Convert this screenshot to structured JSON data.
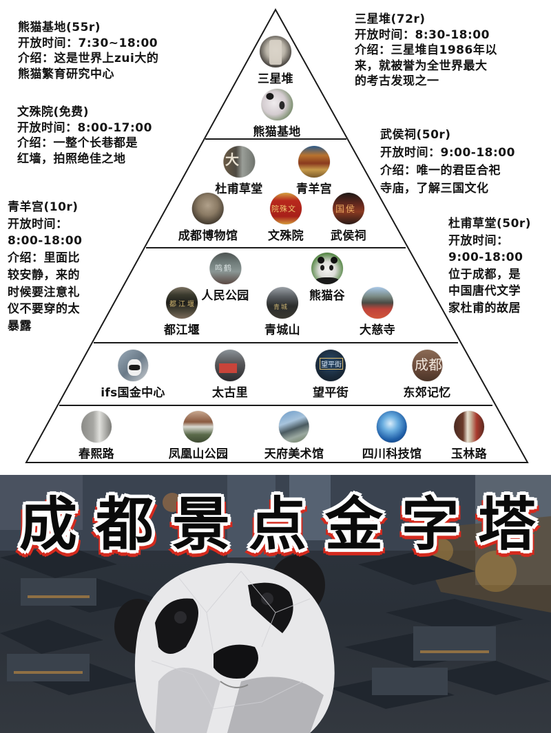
{
  "infographic": {
    "title_chars": [
      "成",
      "都",
      "景",
      "点",
      "金",
      "字",
      "塔"
    ],
    "title": "成都景点金字塔",
    "colors": {
      "line": "#1a1a1a",
      "text": "#141414",
      "title_text": "#0a0a0a",
      "title_outline": "#ffffff",
      "title_shadow": "#d42a1e",
      "banner_bg": "#2c333c"
    }
  },
  "info_blocks": {
    "panda_base": {
      "lines": [
        "熊猫基地(55r)",
        "开放时间：7:30~18:00",
        "介绍：这是世界上zui大的",
        "熊猫繁育研究中心"
      ]
    },
    "wenshu": {
      "lines": [
        "文殊院(免费)",
        "开放时间：8:00-17:00",
        "介绍：一整个长巷都是",
        "红墙，拍照绝佳之地"
      ]
    },
    "qingyang": {
      "lines": [
        "青羊宫(10r)",
        "开放时间：",
        "8:00-18:00",
        "介绍：里面比",
        "较安静，来的",
        "时候要注意礼",
        "仪不要穿的太",
        "暴露"
      ]
    },
    "sanxingdui": {
      "lines": [
        "三星堆(72r)",
        "开放时间：8:30-18:00",
        "介绍：三星堆自1986年以",
        "来，就被誉为全世界最大",
        "的考古发现之一"
      ]
    },
    "wuhou": {
      "lines": [
        "武侯祠(50r)",
        "开放时间：9:00-18:00",
        "介绍：唯一的君臣合祀",
        "寺庙，了解三国文化"
      ]
    },
    "dufu": {
      "lines": [
        "杜甫草堂(50r)",
        "开放时间：",
        "9:00-18:00",
        "位于成都，是",
        "中国唐代文学",
        "家杜甫的故居"
      ]
    }
  },
  "pyramid": {
    "tiers": [
      {
        "level": 1,
        "spots": [
          {
            "name": "三星堆",
            "icon": "bronze-mask-photo",
            "color": "#8d8a84"
          },
          {
            "name": "熊猫基地",
            "icon": "panda-photo",
            "color": "#c9c2c6"
          }
        ]
      },
      {
        "level": 2,
        "spots": [
          {
            "name": "杜甫草堂",
            "icon": "statue-photo",
            "color": "#6d6a66"
          },
          {
            "name": "青羊宫",
            "icon": "temple-gate-photo",
            "color": "#a8552a"
          },
          {
            "name": "成都博物馆",
            "icon": "figurine-photo",
            "color": "#5a4c3e"
          },
          {
            "name": "文殊院",
            "icon": "red-plaque-photo",
            "color": "#b82a1e"
          },
          {
            "name": "武侯祠",
            "icon": "night-plaque-photo",
            "color": "#5a2a22"
          }
        ]
      },
      {
        "level": 3,
        "spots": [
          {
            "name": "人民公园",
            "icon": "stone-plaque-photo",
            "color": "#707a78"
          },
          {
            "name": "熊猫谷",
            "icon": "panda-photo",
            "color": "#3d6b35"
          },
          {
            "name": "都江堰",
            "icon": "gate-plaque-photo",
            "color": "#4a4a3c"
          },
          {
            "name": "青城山",
            "icon": "mountain-gate-photo",
            "color": "#5c6066"
          },
          {
            "name": "大慈寺",
            "icon": "temple-roof-photo",
            "color": "#9a5040"
          }
        ]
      },
      {
        "level": 4,
        "spots": [
          {
            "name": "ifs国金中心",
            "icon": "climbing-panda-photo",
            "color": "#7a8794"
          },
          {
            "name": "太古里",
            "icon": "city-screen-photo",
            "color": "#6a6260"
          },
          {
            "name": "望平街",
            "icon": "neon-sign-photo",
            "color": "#1e2d3c"
          },
          {
            "name": "东郊记忆",
            "icon": "chengdu-sign-photo",
            "color": "#7a5a48"
          }
        ]
      },
      {
        "level": 5,
        "spots": [
          {
            "name": "春熙路",
            "icon": "building-photo",
            "color": "#8c8c88"
          },
          {
            "name": "凤凰山公园",
            "icon": "park-sign-photo",
            "color": "#7c6a52"
          },
          {
            "name": "天府美术馆",
            "icon": "museum-photo",
            "color": "#8ea4b6"
          },
          {
            "name": "四川科技馆",
            "icon": "sphere-photo",
            "color": "#1f5fa8"
          },
          {
            "name": "玉林路",
            "icon": "street-sign-photo",
            "color": "#6a3a2a"
          }
        ]
      }
    ]
  },
  "banner": {
    "scene": "aerial-old-town-night-with-giant-panda-sculpture"
  }
}
